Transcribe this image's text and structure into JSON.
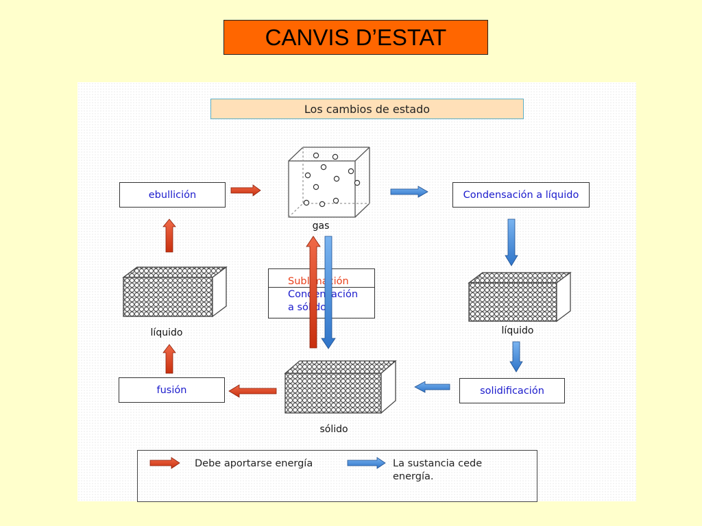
{
  "slide_title": "CANVIS D’ESTAT",
  "diagram_title": "Los cambios de estado",
  "labels": {
    "ebullicion": "ebullición",
    "condensacion_liquido": "Condensación a líquido",
    "fusion": "fusión",
    "solidificacion": "solidificación"
  },
  "center_box": {
    "sublimacion": "Sublimación",
    "condensacion_line1": "Condensación",
    "condensacion_line2": "a sólido"
  },
  "states": {
    "gas": "gas",
    "liquido_left": "líquido",
    "liquido_right": "líquido",
    "solido": "sólido"
  },
  "legend": {
    "red_text": "Debe aportarse energía",
    "blue_text_line1": "La sustancia cede",
    "blue_text_line2": "energía."
  },
  "colors": {
    "title_bg": "#ff6600",
    "background": "#ffffcc",
    "red_arrow": "#e8401c",
    "blue_arrow": "#4a90e2",
    "label_text": "#1a1acc"
  }
}
